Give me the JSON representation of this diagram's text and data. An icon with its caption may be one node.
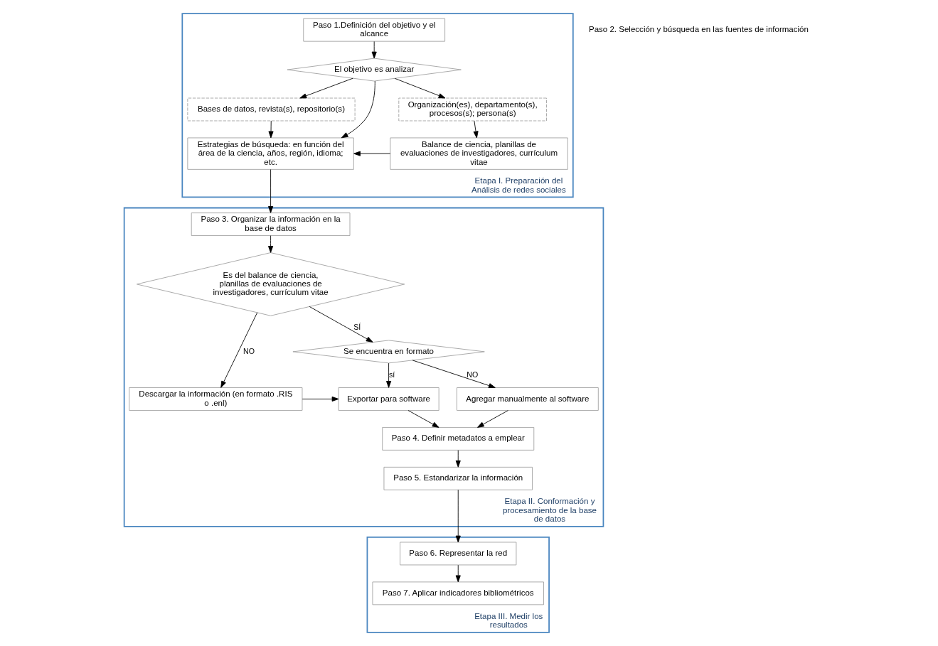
{
  "diagram": {
    "nodes": [
      {
        "text": [
          "Etapa I. Preparación del Análisis de redes sociales"
        ]
      },
      {
        "text": [
          "Paso 1.Definición del objetivo y el alcance"
        ],
        "in": 0
      },
      {
        "text": [
          "El objetivo es analizar"
        ],
        "in": 0
      },
      {
        "text": [
          "Bases de datos, revista(s), repositorio(s)"
        ],
        "in": 0
      },
      {
        "text": [
          "Organización(es), departamento(s), procesos(s); persona(s)"
        ],
        "in": 0
      },
      {
        "text": [
          "Estrategias de búsqueda: en función del área de la ciencia, años, región, idioma; etc."
        ],
        "in": 0
      },
      {
        "text": [
          "Balance de ciencia, planillas de evaluaciones de investigadores, currículum vitae"
        ],
        "in": 0
      },
      {
        "text": [
          "Etapa II. Conformación y procesamiento de la base de datos"
        ]
      },
      {
        "text": [
          "Paso 3. Organizar la información en la base de datos"
        ],
        "in": 7
      },
      {
        "text": [
          "Es del balance de ciencia, planillas de evaluaciones de investigadores, currículum vitae"
        ],
        "in": 7
      },
      {
        "text": [
          "Descargar la información (en formato .RIS o .enl)"
        ],
        "in": 7
      },
      {
        "text": [
          "Se encuentra en formato"
        ],
        "in": 7
      },
      {
        "text": [
          "Exportar para software"
        ],
        "in": 7
      },
      {
        "text": [
          "Agregar manualmente al software"
        ],
        "in": 7
      },
      {
        "text": [
          "Paso 4. Definir metadatos a emplear"
        ],
        "in": 7
      },
      {
        "text": [
          "Paso 5. Estandarizar la información"
        ],
        "in": 7
      },
      {
        "text": [
          "Etapa III. Medir los resultados"
        ]
      },
      {
        "text": [
          "Paso 6. Representar la red"
        ],
        "in": 16
      },
      {
        "text": [
          "Paso 7. Aplicar indicadores bibliométricos"
        ],
        "in": 16
      }
    ],
    "edges": [
      {
        "from": 1,
        "to": 2,
        "arrow": "to"
      },
      {
        "from": 2,
        "to": 3,
        "arrow": "to"
      },
      {
        "from": 2,
        "to": 4,
        "arrow": "to"
      },
      {
        "from": 3,
        "to": 5,
        "arrow": "to"
      },
      {
        "from": 4,
        "to": 6,
        "arrow": "to"
      },
      {
        "from": 2,
        "to": 5,
        "arrow": "to"
      },
      {
        "from": 6,
        "to": 5,
        "arrow": "to"
      },
      {
        "from": 5,
        "to": 8,
        "arrow": "to"
      },
      {
        "from": 8,
        "to": 9,
        "arrow": "to"
      },
      {
        "from": 9,
        "to": 10,
        "arrow": "to",
        "label": "NO"
      },
      {
        "from": 9,
        "to": 11,
        "arrow": "to",
        "label": "SÍ"
      },
      {
        "from": 10,
        "to": 12,
        "arrow": "to"
      },
      {
        "from": 11,
        "to": 12,
        "arrow": "to",
        "label": "sí"
      },
      {
        "from": 11,
        "to": 13,
        "arrow": "to",
        "label": "NO"
      },
      {
        "from": 12,
        "to": 14,
        "arrow": "to"
      },
      {
        "from": 13,
        "to": 14,
        "arrow": "to"
      },
      {
        "from": 14,
        "to": 15,
        "arrow": "to"
      },
      {
        "from": 15,
        "to": 17,
        "arrow": "to"
      },
      {
        "from": 17,
        "to": 18,
        "arrow": "to"
      }
    ],
    "labels": [
      "Paso 2. Selección y búsqueda en las fuentes de información"
    ]
  }
}
